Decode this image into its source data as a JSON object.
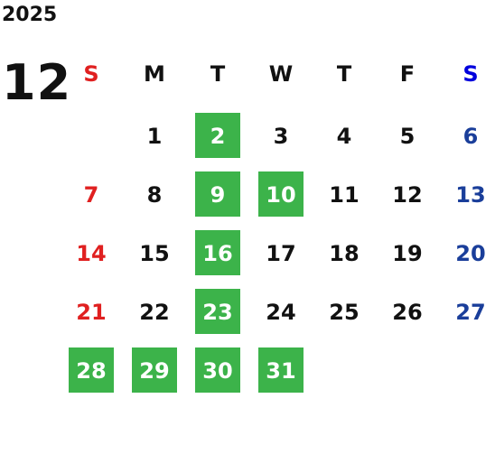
{
  "year": "2025",
  "month": "12",
  "colors": {
    "highlight": "#3cb34a",
    "sunday": "#e02020",
    "saturday": "#1a3e9a",
    "saturday_header": "#0000dd",
    "weekday": "#111111"
  },
  "weekdays": [
    "S",
    "M",
    "T",
    "W",
    "T",
    "F",
    "S"
  ],
  "weeks": [
    [
      null,
      {
        "day": "1",
        "hl": false
      },
      {
        "day": "2",
        "hl": true
      },
      {
        "day": "3",
        "hl": false
      },
      {
        "day": "4",
        "hl": false
      },
      {
        "day": "5",
        "hl": false
      },
      {
        "day": "6",
        "hl": false
      }
    ],
    [
      {
        "day": "7",
        "hl": false
      },
      {
        "day": "8",
        "hl": false
      },
      {
        "day": "9",
        "hl": true
      },
      {
        "day": "10",
        "hl": true
      },
      {
        "day": "11",
        "hl": false
      },
      {
        "day": "12",
        "hl": false
      },
      {
        "day": "13",
        "hl": false
      }
    ],
    [
      {
        "day": "14",
        "hl": false
      },
      {
        "day": "15",
        "hl": false
      },
      {
        "day": "16",
        "hl": true
      },
      {
        "day": "17",
        "hl": false
      },
      {
        "day": "18",
        "hl": false
      },
      {
        "day": "19",
        "hl": false
      },
      {
        "day": "20",
        "hl": false
      }
    ],
    [
      {
        "day": "21",
        "hl": false
      },
      {
        "day": "22",
        "hl": false
      },
      {
        "day": "23",
        "hl": true
      },
      {
        "day": "24",
        "hl": false
      },
      {
        "day": "25",
        "hl": false
      },
      {
        "day": "26",
        "hl": false
      },
      {
        "day": "27",
        "hl": false
      }
    ],
    [
      {
        "day": "28",
        "hl": true
      },
      {
        "day": "29",
        "hl": true
      },
      {
        "day": "30",
        "hl": true
      },
      {
        "day": "31",
        "hl": true
      },
      null,
      null,
      null
    ]
  ]
}
